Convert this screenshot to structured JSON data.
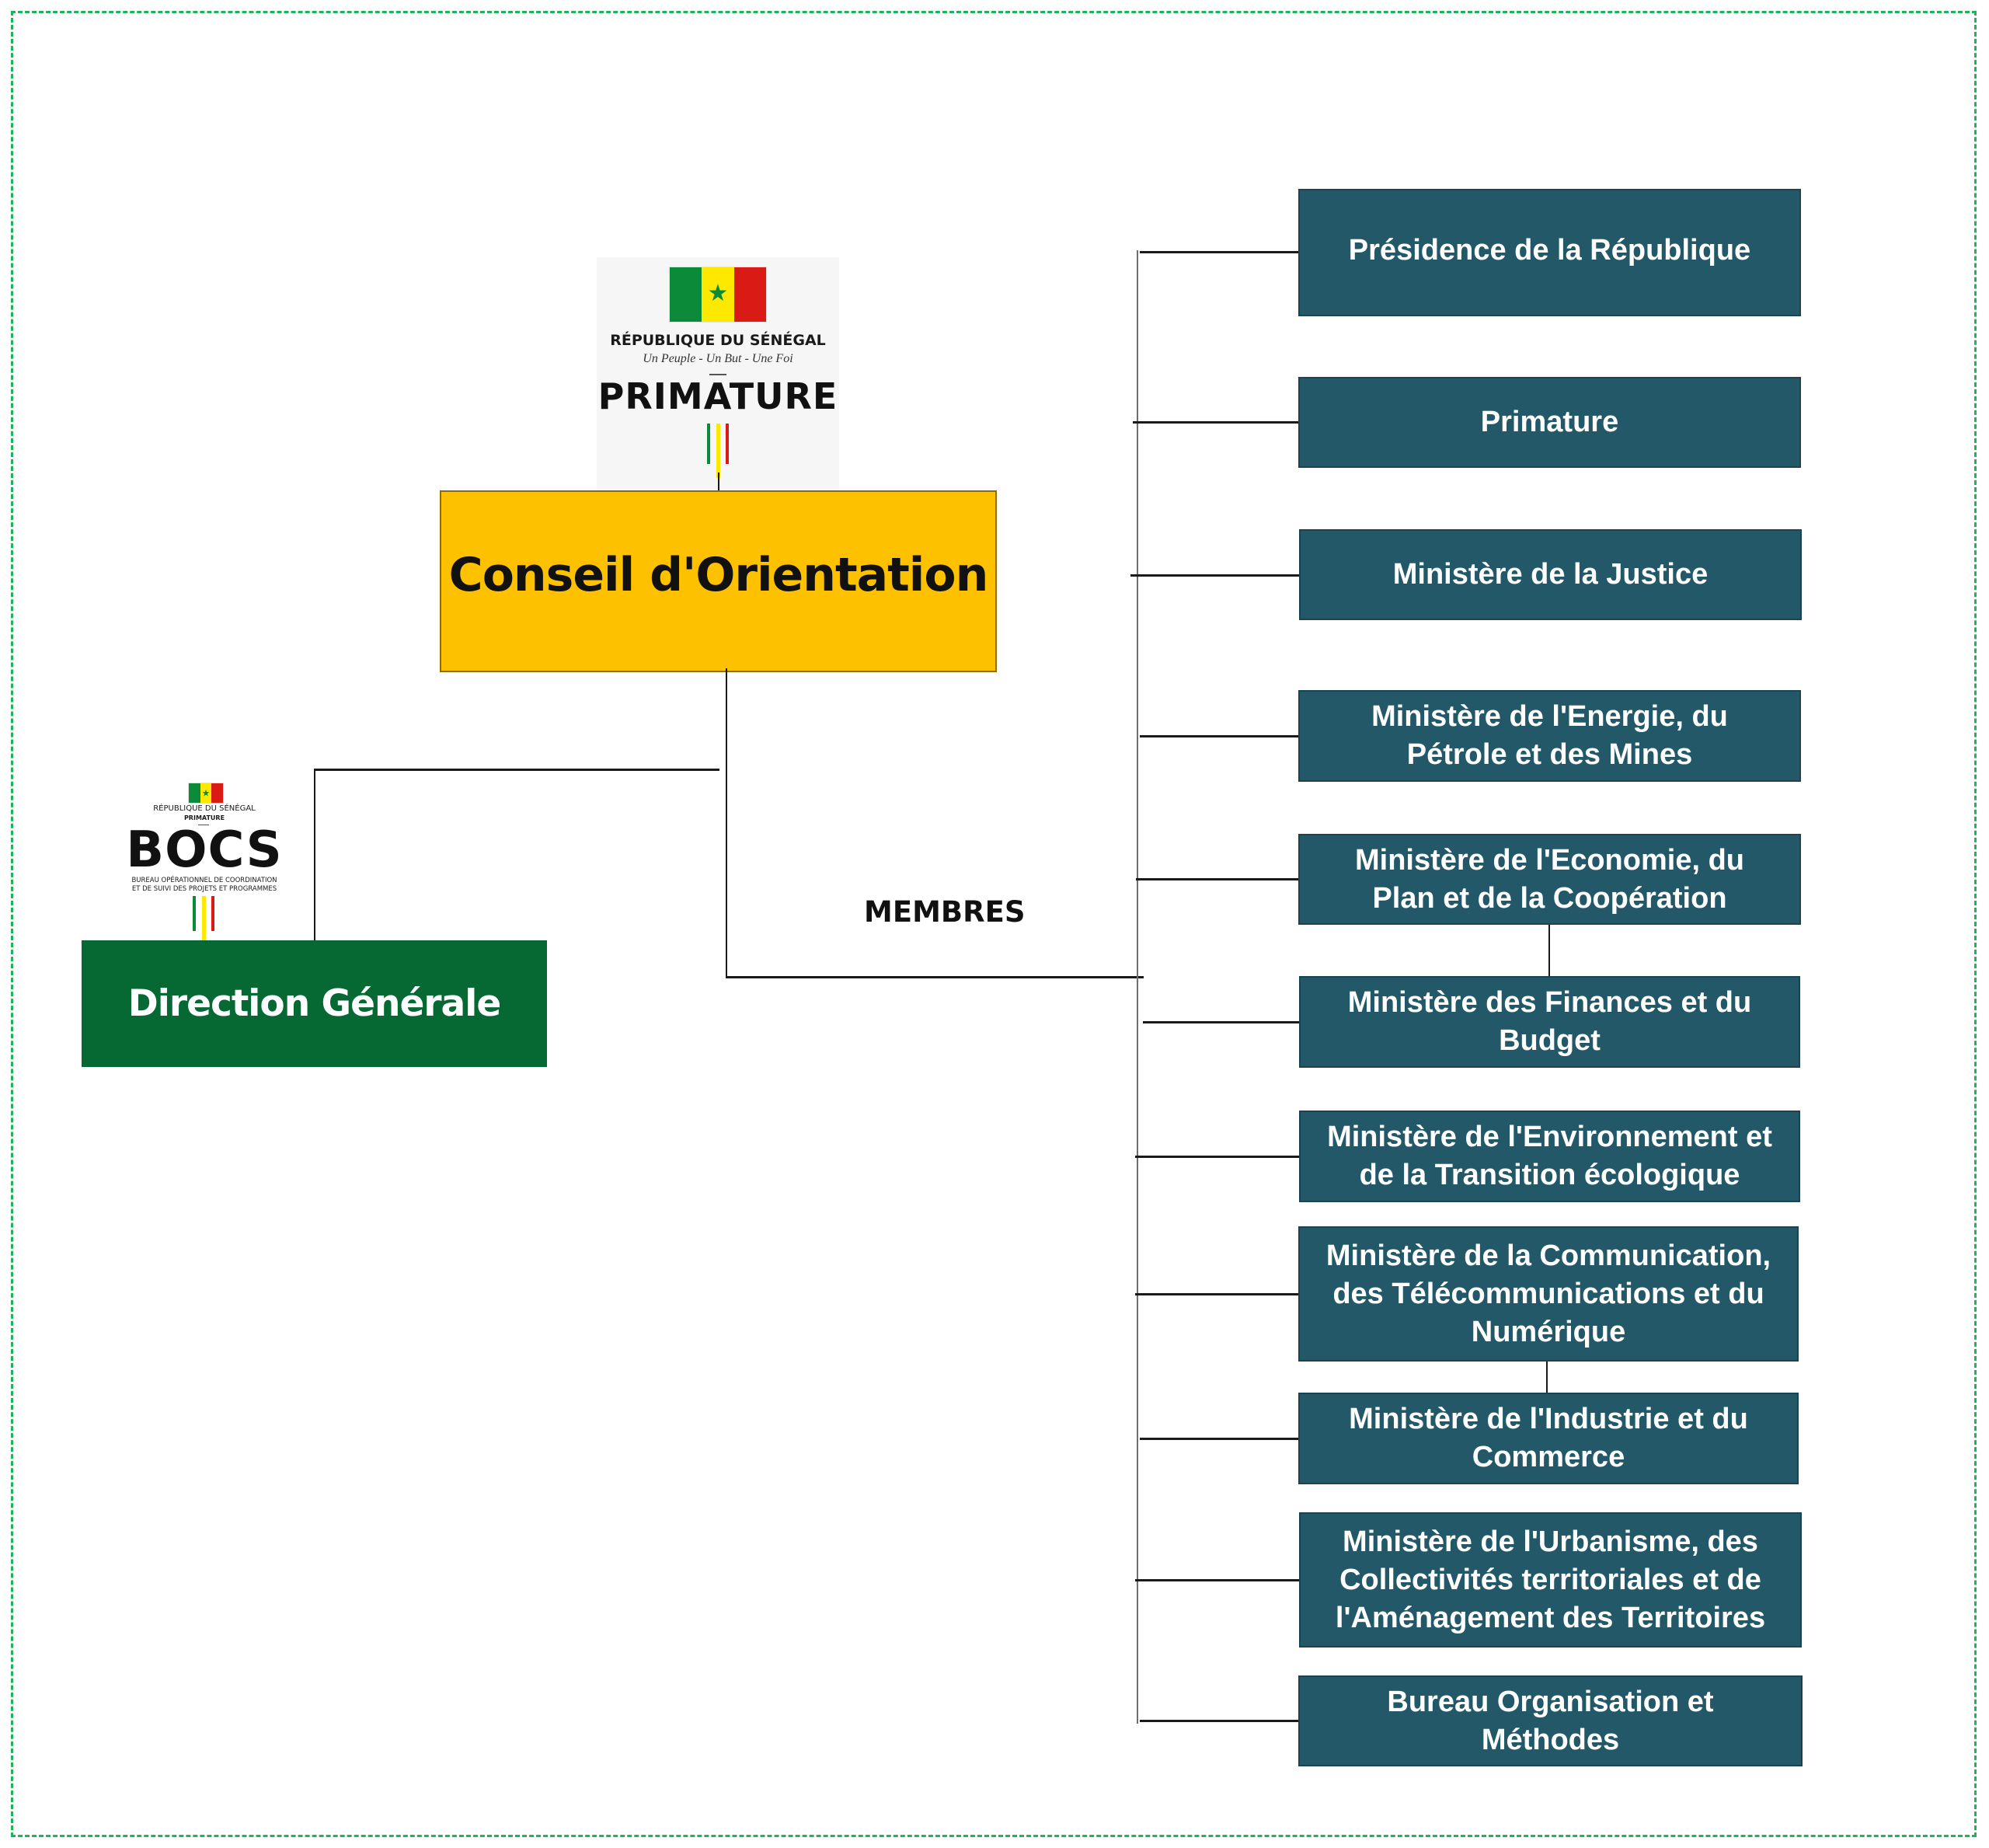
{
  "diagram": {
    "title": "Organigramme BOCS",
    "colors": {
      "frame_border": "#1fb45a",
      "conseil_fill": "#fdc100",
      "direction_fill": "#066833",
      "member_fill": "#225868",
      "member_text": "#ffffff",
      "flag_green": "#0b8a3a",
      "flag_yellow": "#fde800",
      "flag_red": "#da1a14"
    },
    "primature_logo": {
      "country": "RÉPUBLIQUE DU SÉNÉGAL",
      "motto": "Un Peuple - Un But - Une Foi",
      "name": "PRIMATURE",
      "star": "★"
    },
    "bocs_logo": {
      "country": "RÉPUBLIQUE DU SÉNÉGAL",
      "parent": "PRIMATURE",
      "name": "BOCS",
      "subtitle_line1": "BUREAU OPÉRATIONNEL DE COORDINATION",
      "subtitle_line2": "ET DE SUIVI DES PROJETS ET PROGRAMMES",
      "star": "★"
    },
    "conseil": {
      "label": "Conseil d'Orientation"
    },
    "direction": {
      "label": "Direction Générale"
    },
    "membres_label": "MEMBRES",
    "members": [
      {
        "label": "Présidence de la République"
      },
      {
        "label": "Primature"
      },
      {
        "label": "Ministère de la Justice"
      },
      {
        "label": "Ministère de l'Energie, du Pétrole et des Mines"
      },
      {
        "label": "Ministère de l'Economie, du Plan et de la Coopération"
      },
      {
        "label": "Ministère des Finances et du Budget"
      },
      {
        "label": "Ministère de l'Environnement et de la Transition écologique"
      },
      {
        "label": "Ministère de la Communication, des Télécommunications et du Numérique"
      },
      {
        "label": "Ministère de l'Industrie et du Commerce"
      },
      {
        "label": "Ministère de l'Urbanisme, des Collectivités territoriales et de l'Aménagement des Territoires"
      },
      {
        "label": "Bureau Organisation et Méthodes"
      }
    ]
  }
}
